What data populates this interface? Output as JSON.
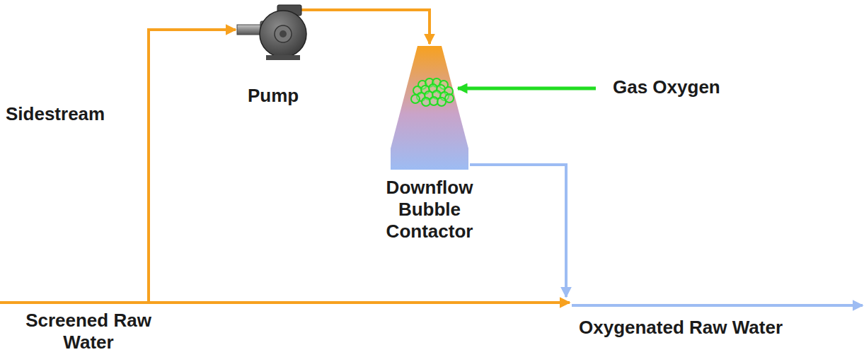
{
  "diagram": {
    "nodes": [
      {
        "text": [
          "Pump"
        ]
      },
      {
        "text": [
          "Downflow Bubble Contactor"
        ]
      }
    ],
    "edges": [
      {
        "from": 0,
        "to": 1,
        "arrow": "to"
      }
    ],
    "labels": [
      "Sidestream",
      "Gas Oxygen",
      "Screened Raw Water",
      "Oxygenated Raw Water"
    ]
  }
}
